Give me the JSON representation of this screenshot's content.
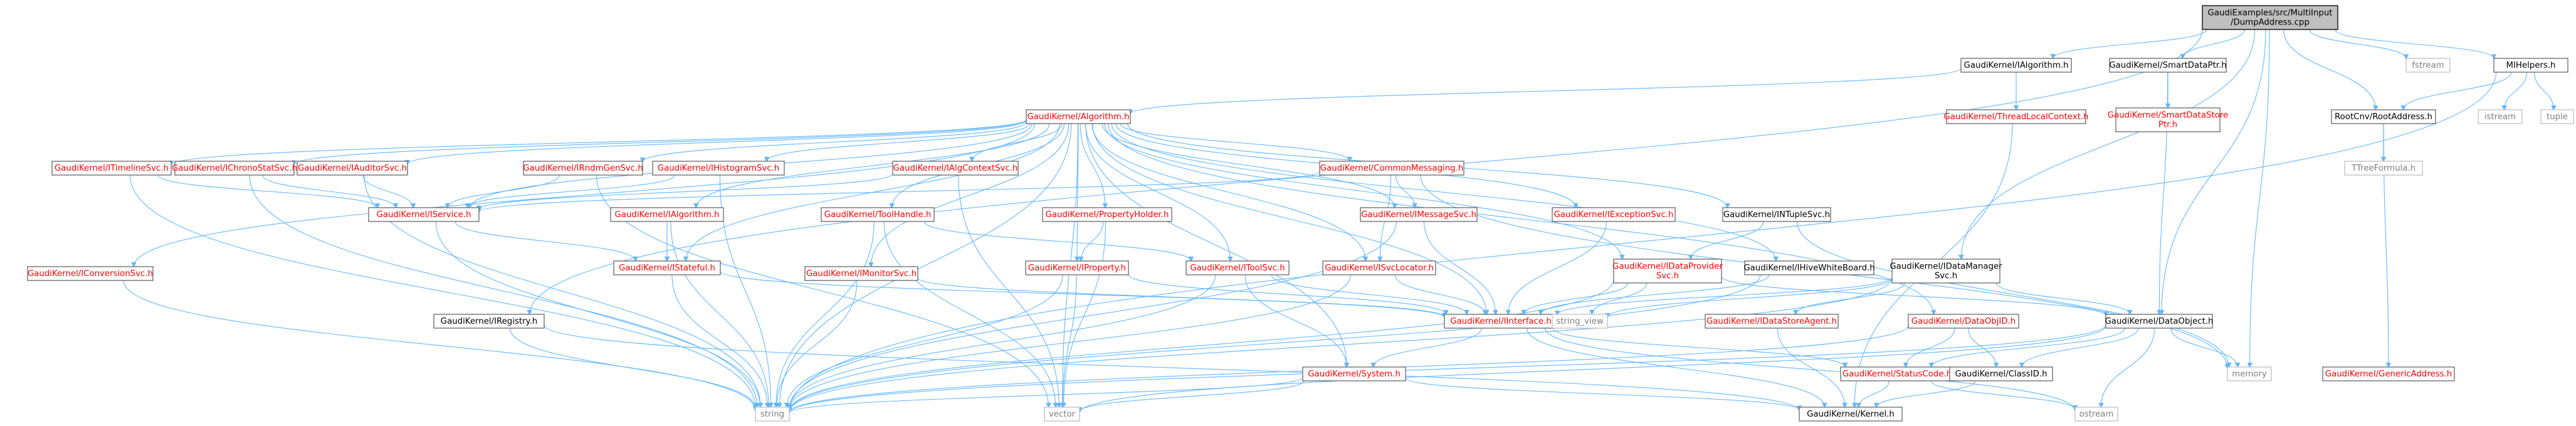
{
  "diagram": {
    "colors": {
      "edge": "#63b8ff",
      "text_default": "#000000",
      "text_linked_incomplete": "#ff0000",
      "text_external": "#808080",
      "box_border": "#666666",
      "root_fill": "#bfbfbf"
    },
    "nodes": [
      {
        "id": "root",
        "lines": [
          "GaudiExamples/src/MultiInput",
          "/DumpAddress.cpp"
        ],
        "style": "root"
      },
      {
        "id": "ialgorithm_h",
        "lines": [
          "GaudiKernel/IAlgorithm.h"
        ],
        "style": "std"
      },
      {
        "id": "smartdataptr",
        "lines": [
          "GaudiKernel/SmartDataPtr.h"
        ],
        "style": "std"
      },
      {
        "id": "fstream",
        "lines": [
          "fstream"
        ],
        "style": "grey"
      },
      {
        "id": "mihelpers",
        "lines": [
          "MIHelpers.h"
        ],
        "style": "std"
      },
      {
        "id": "algorithm",
        "lines": [
          "GaudiKernel/Algorithm.h"
        ],
        "style": "red"
      },
      {
        "id": "threadlocal",
        "lines": [
          "GaudiKernel/ThreadLocalContext.h"
        ],
        "style": "red"
      },
      {
        "id": "smartdatastoreptr",
        "lines": [
          "GaudiKernel/SmartDataStore",
          "Ptr.h"
        ],
        "style": "red"
      },
      {
        "id": "rootaddress",
        "lines": [
          "RootCnv/RootAddress.h"
        ],
        "style": "std"
      },
      {
        "id": "istream",
        "lines": [
          "istream"
        ],
        "style": "grey"
      },
      {
        "id": "tuple",
        "lines": [
          "tuple"
        ],
        "style": "grey"
      },
      {
        "id": "ttreeformula",
        "lines": [
          "TTreeFormula.h"
        ],
        "style": "grey"
      },
      {
        "id": "itimelinesvc",
        "lines": [
          "GaudiKernel/ITimelineSvc.h"
        ],
        "style": "red"
      },
      {
        "id": "ichronostatsvc",
        "lines": [
          "GaudiKernel/IChronoStatSvc.h"
        ],
        "style": "red"
      },
      {
        "id": "iauditorsvc",
        "lines": [
          "GaudiKernel/IAuditorSvc.h"
        ],
        "style": "red"
      },
      {
        "id": "irndmgensvc",
        "lines": [
          "GaudiKernel/IRndmGenSvc.h"
        ],
        "style": "red"
      },
      {
        "id": "ihistogramsvc",
        "lines": [
          "GaudiKernel/IHistogramSvc.h"
        ],
        "style": "red"
      },
      {
        "id": "ialgcontextsvc",
        "lines": [
          "GaudiKernel/IAlgContextSvc.h"
        ],
        "style": "red"
      },
      {
        "id": "commonmessaging",
        "lines": [
          "GaudiKernel/CommonMessaging.h"
        ],
        "style": "red"
      },
      {
        "id": "iservice",
        "lines": [
          "GaudiKernel/IService.h"
        ],
        "style": "red"
      },
      {
        "id": "ialgorithm2",
        "lines": [
          "GaudiKernel/IAlgorithm.h"
        ],
        "style": "red"
      },
      {
        "id": "toolhandle",
        "lines": [
          "GaudiKernel/ToolHandle.h"
        ],
        "style": "red"
      },
      {
        "id": "propertyholder",
        "lines": [
          "GaudiKernel/PropertyHolder.h"
        ],
        "style": "red"
      },
      {
        "id": "imessagesvc",
        "lines": [
          "GaudiKernel/IMessageSvc.h"
        ],
        "style": "red"
      },
      {
        "id": "iexceptionsvc",
        "lines": [
          "GaudiKernel/IExceptionSvc.h"
        ],
        "style": "red"
      },
      {
        "id": "intuplesvc",
        "lines": [
          "GaudiKernel/INTupleSvc.h"
        ],
        "style": "std"
      },
      {
        "id": "iconversionsvc",
        "lines": [
          "GaudiKernel/IConversionSvc.h"
        ],
        "style": "red"
      },
      {
        "id": "istateful",
        "lines": [
          "GaudiKernel/IStateful.h"
        ],
        "style": "red"
      },
      {
        "id": "imonitorsvc",
        "lines": [
          "GaudiKernel/IMonitorSvc.h"
        ],
        "style": "red"
      },
      {
        "id": "iproperty",
        "lines": [
          "GaudiKernel/IProperty.h"
        ],
        "style": "red"
      },
      {
        "id": "itoolsvc",
        "lines": [
          "GaudiKernel/IToolSvc.h"
        ],
        "style": "red"
      },
      {
        "id": "isvclocator",
        "lines": [
          "GaudiKernel/ISvcLocator.h"
        ],
        "style": "red"
      },
      {
        "id": "idataprovidersvc",
        "lines": [
          "GaudiKernel/IDataProvider",
          "Svc.h"
        ],
        "style": "red"
      },
      {
        "id": "ihivewhiteboard",
        "lines": [
          "GaudiKernel/IHiveWhiteBoard.h"
        ],
        "style": "std"
      },
      {
        "id": "idatamanagersvc",
        "lines": [
          "GaudiKernel/IDataManager",
          "Svc.h"
        ],
        "style": "std"
      },
      {
        "id": "iregistry",
        "lines": [
          "GaudiKernel/IRegistry.h"
        ],
        "style": "std"
      },
      {
        "id": "iinterface",
        "lines": [
          "GaudiKernel/IInterface.h"
        ],
        "style": "red"
      },
      {
        "id": "string_view",
        "lines": [
          "string_view"
        ],
        "style": "grey"
      },
      {
        "id": "idatastoreagent",
        "lines": [
          "GaudiKernel/IDataStoreAgent.h"
        ],
        "style": "red"
      },
      {
        "id": "dataobjid",
        "lines": [
          "GaudiKernel/DataObjID.h"
        ],
        "style": "red"
      },
      {
        "id": "dataobject",
        "lines": [
          "GaudiKernel/DataObject.h"
        ],
        "style": "std"
      },
      {
        "id": "system",
        "lines": [
          "GaudiKernel/System.h"
        ],
        "style": "red"
      },
      {
        "id": "statuscode",
        "lines": [
          "GaudiKernel/StatusCode.h"
        ],
        "style": "red"
      },
      {
        "id": "classid",
        "lines": [
          "GaudiKernel/ClassID.h"
        ],
        "style": "std"
      },
      {
        "id": "memory",
        "lines": [
          "memory"
        ],
        "style": "grey"
      },
      {
        "id": "genericaddress",
        "lines": [
          "GaudiKernel/GenericAddress.h"
        ],
        "style": "red"
      },
      {
        "id": "string",
        "lines": [
          "string"
        ],
        "style": "grey"
      },
      {
        "id": "vector",
        "lines": [
          "vector"
        ],
        "style": "grey"
      },
      {
        "id": "kernel",
        "lines": [
          "GaudiKernel/Kernel.h"
        ],
        "style": "std"
      },
      {
        "id": "ostream",
        "lines": [
          "ostream"
        ],
        "style": "grey"
      }
    ],
    "edges": [
      [
        "root",
        "ialgorithm_h"
      ],
      [
        "root",
        "smartdataptr"
      ],
      [
        "root",
        "fstream"
      ],
      [
        "root",
        "mihelpers"
      ],
      [
        "root",
        "rootaddress"
      ],
      [
        "root",
        "idatamanagersvc"
      ],
      [
        "root",
        "iregistry"
      ],
      [
        "root",
        "dataobject"
      ],
      [
        "root",
        "memory"
      ],
      [
        "ialgorithm_h",
        "algorithm"
      ],
      [
        "ialgorithm_h",
        "threadlocal"
      ],
      [
        "smartdataptr",
        "smartdatastoreptr"
      ],
      [
        "smartdataptr",
        "dataobject"
      ],
      [
        "mihelpers",
        "rootaddress"
      ],
      [
        "mihelpers",
        "istream"
      ],
      [
        "mihelpers",
        "tuple"
      ],
      [
        "mihelpers",
        "string"
      ],
      [
        "rootaddress",
        "ttreeformula"
      ],
      [
        "rootaddress",
        "genericaddress"
      ],
      [
        "threadlocal",
        "kernel"
      ],
      [
        "algorithm",
        "itimelinesvc"
      ],
      [
        "algorithm",
        "ichronostatsvc"
      ],
      [
        "algorithm",
        "iauditorsvc"
      ],
      [
        "algorithm",
        "irndmgensvc"
      ],
      [
        "algorithm",
        "ihistogramsvc"
      ],
      [
        "algorithm",
        "ialgcontextsvc"
      ],
      [
        "algorithm",
        "commonmessaging"
      ],
      [
        "algorithm",
        "iservice"
      ],
      [
        "algorithm",
        "ialgorithm2"
      ],
      [
        "algorithm",
        "toolhandle"
      ],
      [
        "algorithm",
        "propertyholder"
      ],
      [
        "algorithm",
        "imessagesvc"
      ],
      [
        "algorithm",
        "iexceptionsvc"
      ],
      [
        "algorithm",
        "intuplesvc"
      ],
      [
        "algorithm",
        "iconversionsvc"
      ],
      [
        "algorithm",
        "istateful"
      ],
      [
        "algorithm",
        "imonitorsvc"
      ],
      [
        "algorithm",
        "iproperty"
      ],
      [
        "algorithm",
        "itoolsvc"
      ],
      [
        "algorithm",
        "isvclocator"
      ],
      [
        "algorithm",
        "idataprovidersvc"
      ],
      [
        "algorithm",
        "ihivewhiteboard"
      ],
      [
        "algorithm",
        "system"
      ],
      [
        "algorithm",
        "string"
      ],
      [
        "algorithm",
        "vector"
      ],
      [
        "algorithm",
        "iinterface"
      ],
      [
        "algorithm",
        "dataobjid"
      ],
      [
        "itimelinesvc",
        "iservice"
      ],
      [
        "itimelinesvc",
        "string"
      ],
      [
        "ichronostatsvc",
        "iservice"
      ],
      [
        "ichronostatsvc",
        "string"
      ],
      [
        "iauditorsvc",
        "iservice"
      ],
      [
        "iauditorsvc",
        "string"
      ],
      [
        "irndmgensvc",
        "iservice"
      ],
      [
        "irndmgensvc",
        "vector"
      ],
      [
        "ihistogramsvc",
        "iservice"
      ],
      [
        "ihistogramsvc",
        "string"
      ],
      [
        "ialgcontextsvc",
        "iservice"
      ],
      [
        "ialgcontextsvc",
        "vector"
      ],
      [
        "commonmessaging",
        "imessagesvc"
      ],
      [
        "commonmessaging",
        "isvclocator"
      ],
      [
        "commonmessaging",
        "iservice"
      ],
      [
        "commonmessaging",
        "memory"
      ],
      [
        "iservice",
        "istateful"
      ],
      [
        "iservice",
        "string"
      ],
      [
        "ialgorithm2",
        "istateful"
      ],
      [
        "ialgorithm2",
        "string"
      ],
      [
        "toolhandle",
        "itoolsvc"
      ],
      [
        "toolhandle",
        "string"
      ],
      [
        "toolhandle",
        "vector"
      ],
      [
        "propertyholder",
        "iproperty"
      ],
      [
        "propertyholder",
        "vector"
      ],
      [
        "imessagesvc",
        "iinterface"
      ],
      [
        "imessagesvc",
        "string"
      ],
      [
        "iexceptionsvc",
        "iinterface"
      ],
      [
        "intuplesvc",
        "idataprovidersvc"
      ],
      [
        "intuplesvc",
        "memory"
      ],
      [
        "iconversionsvc",
        "string"
      ],
      [
        "istateful",
        "iinterface"
      ],
      [
        "istateful",
        "string"
      ],
      [
        "imonitorsvc",
        "iinterface"
      ],
      [
        "imonitorsvc",
        "string"
      ],
      [
        "iproperty",
        "iinterface"
      ],
      [
        "iproperty",
        "string"
      ],
      [
        "iproperty",
        "vector"
      ],
      [
        "itoolsvc",
        "iinterface"
      ],
      [
        "itoolsvc",
        "system"
      ],
      [
        "itoolsvc",
        "string"
      ],
      [
        "isvclocator",
        "iinterface"
      ],
      [
        "isvclocator",
        "string"
      ],
      [
        "idataprovidersvc",
        "iinterface"
      ],
      [
        "idataprovidersvc",
        "dataobject"
      ],
      [
        "idataprovidersvc",
        "string"
      ],
      [
        "idataprovidersvc",
        "string_view"
      ],
      [
        "ihivewhiteboard",
        "iinterface"
      ],
      [
        "ihivewhiteboard",
        "string"
      ],
      [
        "idatamanagersvc",
        "iinterface"
      ],
      [
        "idatamanagersvc",
        "idatastoreagent"
      ],
      [
        "idatamanagersvc",
        "dataobject"
      ],
      [
        "idatamanagersvc",
        "string"
      ],
      [
        "idatamanagersvc",
        "string_view"
      ],
      [
        "iregistry",
        "kernel"
      ],
      [
        "iregistry",
        "string"
      ],
      [
        "iinterface",
        "system"
      ],
      [
        "iinterface",
        "statuscode"
      ],
      [
        "iinterface",
        "kernel"
      ],
      [
        "iinterface",
        "ostream"
      ],
      [
        "idatastoreagent",
        "kernel"
      ],
      [
        "dataobjid",
        "statuscode"
      ],
      [
        "dataobjid",
        "classid"
      ],
      [
        "dataobjid",
        "string"
      ],
      [
        "dataobject",
        "classid"
      ],
      [
        "dataobject",
        "statuscode"
      ],
      [
        "dataobject",
        "memory"
      ],
      [
        "dataobject",
        "ostream"
      ],
      [
        "dataobject",
        "string"
      ],
      [
        "dataobject",
        "vector"
      ],
      [
        "system",
        "kernel"
      ],
      [
        "system",
        "string"
      ],
      [
        "system",
        "vector"
      ],
      [
        "statuscode",
        "kernel"
      ],
      [
        "statuscode",
        "ostream"
      ],
      [
        "classid",
        "kernel"
      ]
    ]
  }
}
